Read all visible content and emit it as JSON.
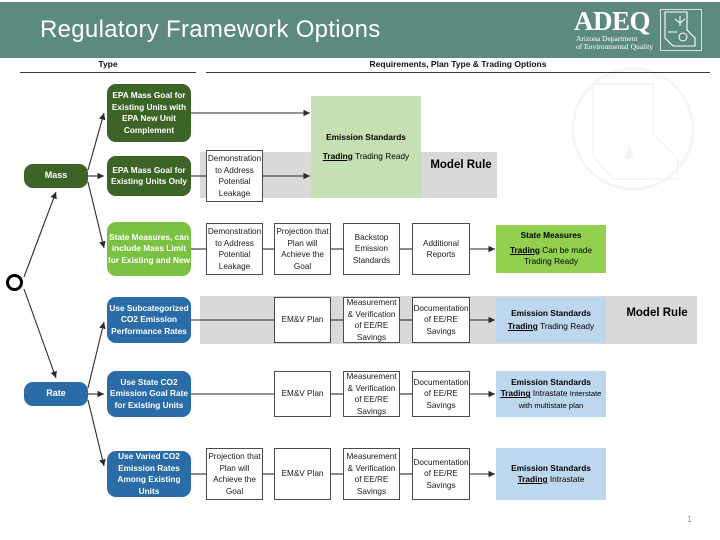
{
  "header": {
    "title": "Regulatory Framework Options",
    "logo": {
      "wordmark": "ADEQ",
      "sub_line_1": "Arizona Department",
      "sub_line_2": "of Environmental Quality",
      "mark_icon": "arizona-state-outline-icon"
    },
    "banner_color": "#5d8a80"
  },
  "columns": {
    "type_header": "Type",
    "requirements_header": "Requirements, Plan Type & Trading Options"
  },
  "start_node": {
    "icon": "start-circle-icon"
  },
  "branches": [
    {
      "label": "Mass",
      "color": "#3d6427"
    },
    {
      "label": "Rate",
      "color": "#2a6ca8"
    }
  ],
  "rows": [
    {
      "id": "mass-epa-goal-new-unit",
      "option": {
        "lines": [
          "EPA Mass Goal for",
          "Existing Units with",
          "EPA New Unit",
          "Complement"
        ],
        "color": "#3d6427"
      },
      "steps": [],
      "outcome": {
        "title": "Emission Standards",
        "trading_label": "Trading",
        "detail_lines": [
          "Trading Ready"
        ],
        "color": "#c5e0b3"
      },
      "model_rule": "Model Rule"
    },
    {
      "id": "mass-epa-goal-existing-only",
      "option": {
        "lines": [
          "EPA Mass Goal for",
          "Existing Units Only"
        ],
        "color": "#3d6427"
      },
      "steps": [
        {
          "lines": [
            "Demonstration",
            "to Address",
            "Potential",
            "Leakage"
          ]
        }
      ],
      "outcome": {
        "title": "Emission Standards",
        "trading_label": "Trading",
        "detail_lines": [
          "Trading Ready"
        ],
        "color": "#c5e0b3"
      },
      "model_rule": "Model Rule"
    },
    {
      "id": "mass-state-measures",
      "option": {
        "lines": [
          "State Measures,",
          "can include",
          "Mass Limit for",
          "Existing and New"
        ],
        "color": "#92d050"
      },
      "steps": [
        {
          "lines": [
            "Demonstration",
            "to Address",
            "Potential",
            "Leakage"
          ]
        },
        {
          "lines": [
            "Projection that",
            "Plan will",
            "Achieve the",
            "Goal"
          ]
        },
        {
          "lines": [
            "Backstop",
            "Emission",
            "Standards"
          ]
        },
        {
          "lines": [
            "Additional",
            "Reports"
          ]
        }
      ],
      "outcome": {
        "title": "State Measures",
        "trading_label": "Trading",
        "detail_lines": [
          "Can be made Trading Ready"
        ],
        "color": "#92d050"
      },
      "model_rule": ""
    },
    {
      "id": "rate-subcategorized",
      "option": {
        "lines": [
          "Use Subcategorized",
          "CO2 Emission",
          "Performance Rates"
        ],
        "color": "#2a6ca8"
      },
      "steps": [
        {
          "lines": [
            "EM&V Plan"
          ]
        },
        {
          "lines": [
            "Measurement",
            "& Verification",
            "of EE/RE",
            "Savings"
          ]
        },
        {
          "lines": [
            "Documentation",
            "of EE/RE",
            "Savings"
          ]
        }
      ],
      "outcome": {
        "title": "Emission Standards",
        "trading_label": "Trading",
        "detail_lines": [
          "Trading Ready"
        ],
        "color": "#bdd7ee"
      },
      "model_rule": "Model Rule"
    },
    {
      "id": "rate-state-goal",
      "option": {
        "lines": [
          "Use State CO2",
          "Emission Goal Rate",
          "for Existing Units"
        ],
        "color": "#2a6ca8"
      },
      "steps": [
        {
          "lines": [
            "EM&V Plan"
          ]
        },
        {
          "lines": [
            "Measurement",
            "& Verification",
            "of EE/RE",
            "Savings"
          ]
        },
        {
          "lines": [
            "Documentation",
            "of EE/RE",
            "Savings"
          ]
        }
      ],
      "outcome": {
        "title": "Emission Standards",
        "trading_label": "Trading",
        "detail_lines": [
          "Intrastate",
          "Interstate with multistate plan"
        ],
        "color": "#bdd7ee"
      },
      "model_rule": ""
    },
    {
      "id": "rate-varied",
      "option": {
        "lines": [
          "Use Varied CO2",
          "Emission Rates",
          "Among Existing Units"
        ],
        "color": "#2a6ca8"
      },
      "steps": [
        {
          "lines": [
            "Projection that",
            "Plan will",
            "Achieve the",
            "Goal"
          ]
        },
        {
          "lines": [
            "EM&V Plan"
          ]
        },
        {
          "lines": [
            "Measurement",
            "& Verification",
            "of EE/RE",
            "Savings"
          ]
        },
        {
          "lines": [
            "Documentation",
            "of EE/RE",
            "Savings"
          ]
        }
      ],
      "outcome": {
        "title": "Emission Standards",
        "trading_label": "Trading",
        "detail_lines": [
          "Intrastate"
        ],
        "color": "#bdd7ee"
      },
      "model_rule": ""
    }
  ],
  "page_number": "1"
}
